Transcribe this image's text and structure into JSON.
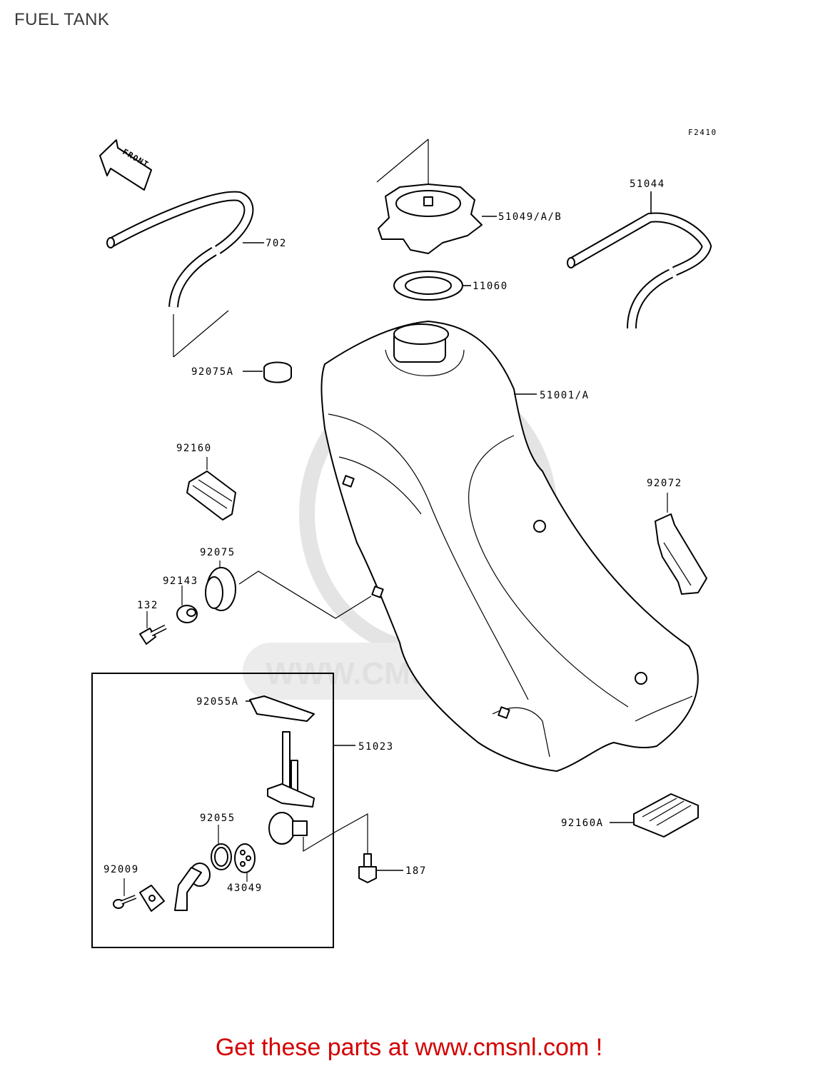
{
  "page": {
    "title": "FUEL TANK",
    "figure_code": "F2410",
    "front_label": "FRONT",
    "cta": "Get these parts at www.cmsnl.com !",
    "watermark": "WWW.CMSNL.COM"
  },
  "callouts": {
    "p702": "702",
    "p51049": "51049/A/B",
    "p51044": "51044",
    "p11060": "11060",
    "p92075A": "92075A",
    "p51001": "51001/A",
    "p92160": "92160",
    "p92072": "92072",
    "p92075": "92075",
    "p92143": "92143",
    "p132": "132",
    "p92055A": "92055A",
    "p51023": "51023",
    "p92055": "92055",
    "p92009": "92009",
    "p43049": "43049",
    "p187": "187",
    "p92160A": "92160A"
  },
  "colors": {
    "cta": "#d40000",
    "lines": "#000000",
    "watermark": "#e0e0e0"
  }
}
